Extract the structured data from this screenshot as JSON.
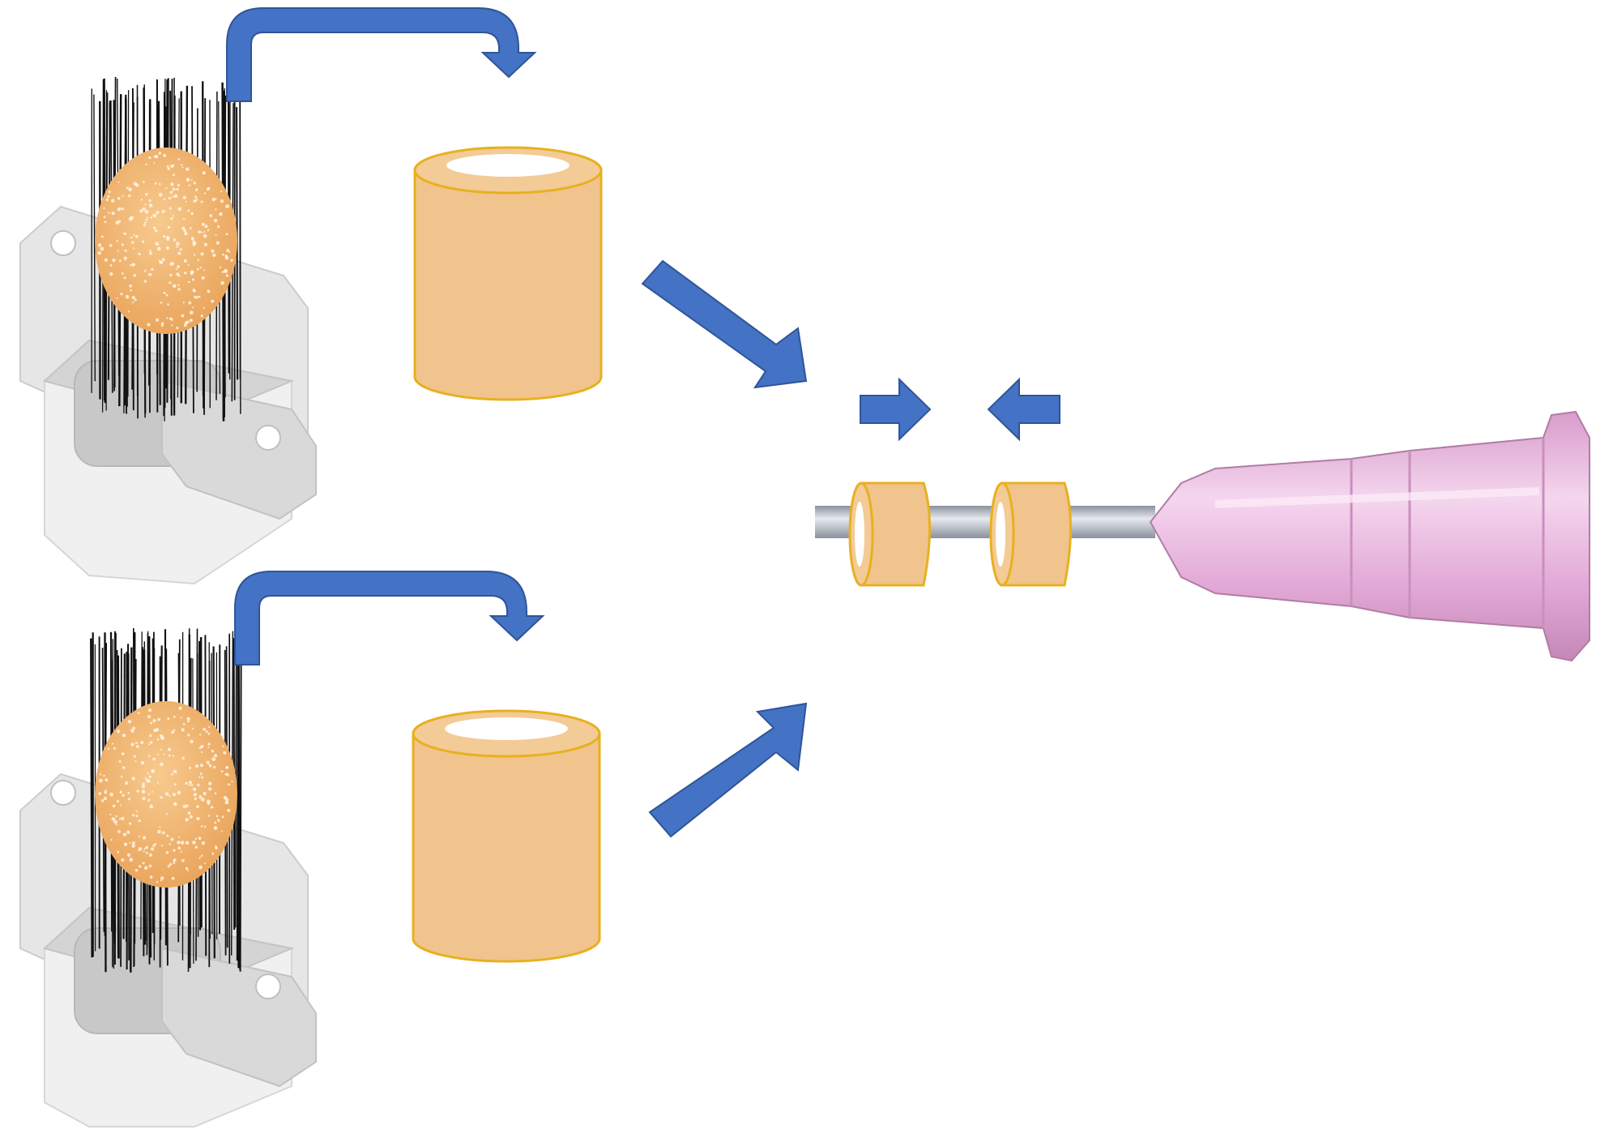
{
  "diagram": {
    "colors": {
      "arrow": "#4472C4",
      "tissue_fill": "#F0C48C",
      "tissue_edge": "#E8B020",
      "tissue_lumen": "#FFFFFF",
      "spheroid": "#F2B673",
      "needle_bristle": "#111111",
      "holder_light": "#E4E4E4",
      "holder_mid": "#D2D2D2",
      "holder_edge": "#BDBDBD",
      "hub_pink": "#E6A8D8",
      "hub_highlight": "#F6DDF0",
      "hub_shadow": "#C88AB8",
      "shaft_metal": "#A7AEB8"
    },
    "stages": [
      {
        "name": "top",
        "bioprinter_holder": "needle-array-with-spheroid-aggregate",
        "transfer_arrow": "curved-arrow",
        "tissue_ring": "hollow-cylinder"
      },
      {
        "name": "bottom",
        "bioprinter_holder": "needle-array-with-spheroid-aggregate",
        "transfer_arrow": "curved-arrow",
        "tissue_ring": "hollow-cylinder"
      }
    ],
    "assembly": {
      "converge_arrows": [
        "diagonal-down-arrow",
        "diagonal-up-arrow"
      ],
      "push_arrows": [
        "right-arrow",
        "left-arrow"
      ],
      "rings_on_needle": 2,
      "needle": "syringe-needle-with-pink-hub"
    }
  }
}
